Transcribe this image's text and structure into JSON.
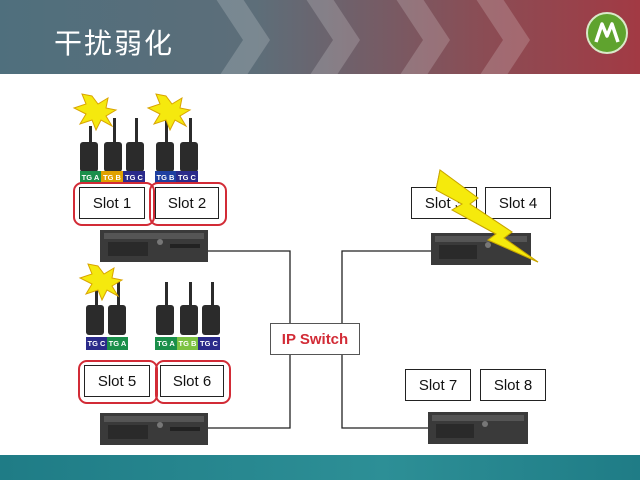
{
  "header": {
    "title": "干扰弱化"
  },
  "colors": {
    "interference": "#d22b36",
    "tg_a": "#1a8f4a",
    "tg_b": "#1e3fa0",
    "tg_c": "#2a2a8a",
    "tg_a_light": "#7cc242"
  },
  "repeaters": [
    {
      "id": "rep1",
      "slots": [
        "Slot 1",
        "Slot 2"
      ]
    },
    {
      "id": "rep2",
      "slots": [
        "Slot 5",
        "Slot 6"
      ]
    },
    {
      "id": "rep3",
      "slots": [
        "Slot 3",
        "Slot 4"
      ]
    },
    {
      "id": "rep4",
      "slots": [
        "Slot 7",
        "Slot 8"
      ]
    }
  ],
  "talkgroups": {
    "slot1": [
      "TG A",
      "TG B",
      "TG C"
    ],
    "slot2": [
      "TG B",
      "TG C"
    ],
    "slot5": [
      "TG C",
      "TG A"
    ],
    "slot6": [
      "TG A",
      "TG B",
      "TG C"
    ]
  },
  "switch": {
    "label": "IP Switch"
  },
  "icons": [
    "motorola-logo-icon",
    "radio-icon",
    "repeater-icon",
    "interference-burst-icon",
    "lightning-bolt-icon"
  ]
}
